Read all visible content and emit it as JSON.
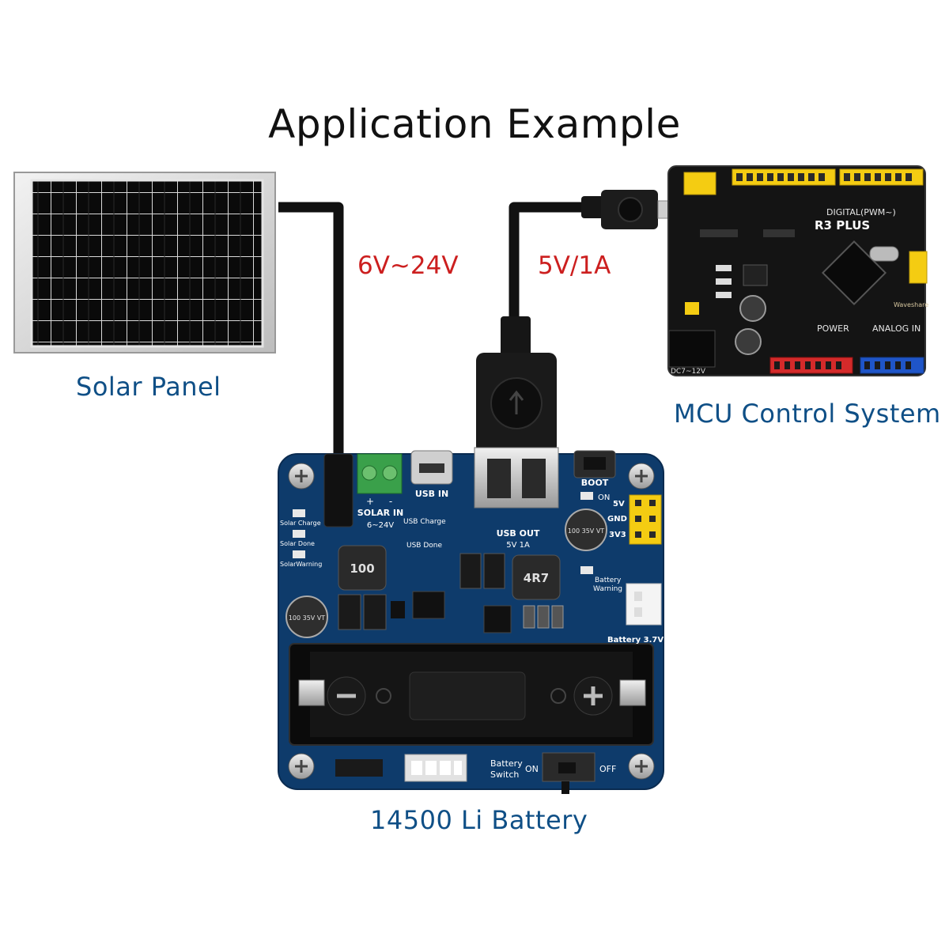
{
  "title": "Application Example",
  "labels": {
    "solar_panel": "Solar Panel",
    "mcu": "MCU Control System",
    "battery": "14500 Li Battery",
    "solar_voltage": "6V~24V",
    "usb_output": "5V/1A"
  },
  "board": {
    "solar_in": "SOLAR IN",
    "solar_range": "6~24V",
    "plus": "+",
    "minus": "-",
    "usb_in": "USB IN",
    "usb_out": "USB OUT",
    "usb_out_spec": "5V 1A",
    "boot": "BOOT",
    "on": "ON",
    "pin_5v": "5V",
    "pin_gnd": "GND",
    "pin_3v3": "3V3",
    "solar_charge": "Solar Charge",
    "solar_done": "Solar Done",
    "solar_warning": "SolarWarning",
    "usb_charge": "USB Charge",
    "usb_done": "USB Done",
    "battery_warning_1": "Battery",
    "battery_warning_2": "Warning",
    "battery_port": "Battery 3.7V",
    "inductor_1": "100",
    "inductor_2": "4R7",
    "cap_1": "100 35V VT",
    "cap_2": "100 35V VT",
    "battery_switch_1": "Battery",
    "battery_switch_2": "Switch",
    "switch_on": "ON",
    "switch_off": "OFF"
  },
  "mcu_board": {
    "name": "R3 PLUS",
    "digital": "DIGITAL(PWM~)",
    "power": "POWER",
    "analog": "ANALOG IN",
    "brand": "Waveshare",
    "dc_in": "DC7~12V"
  },
  "colors": {
    "pcb": "#0e3b6b",
    "caption": "#0f4f86",
    "voltage": "#cc1f1f",
    "header_yellow": "#f4cc12",
    "header_red": "#d42a2a",
    "header_blue": "#1f55c8",
    "terminal_green": "#3aa04a"
  }
}
